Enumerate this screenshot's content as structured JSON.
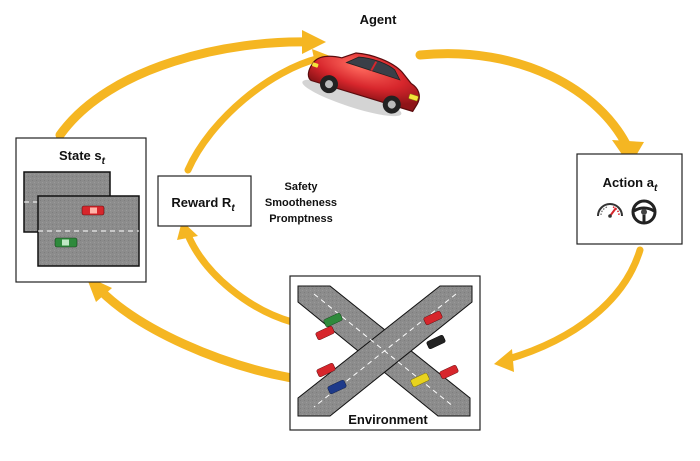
{
  "agent": {
    "label": "Agent",
    "icon": "red-car-icon"
  },
  "action": {
    "label": "Action a",
    "subscript": "t",
    "icons": [
      "speedometer-icon",
      "steering-wheel-icon"
    ]
  },
  "state": {
    "label": "State s",
    "subscript": "t"
  },
  "reward": {
    "label": "Reward R",
    "subscript": "t",
    "criteria": [
      "Safety",
      "Smootheness",
      "Promptness"
    ]
  },
  "environment": {
    "label": "Environment",
    "icon": "intersection-scene-icon"
  },
  "colors": {
    "arrow": "#F5B622",
    "car_red": "#D7262C",
    "car_green": "#2F8A3C",
    "car_blue": "#1E3A8A",
    "car_yellow": "#E8D31E",
    "road": "#8C8C8C"
  }
}
